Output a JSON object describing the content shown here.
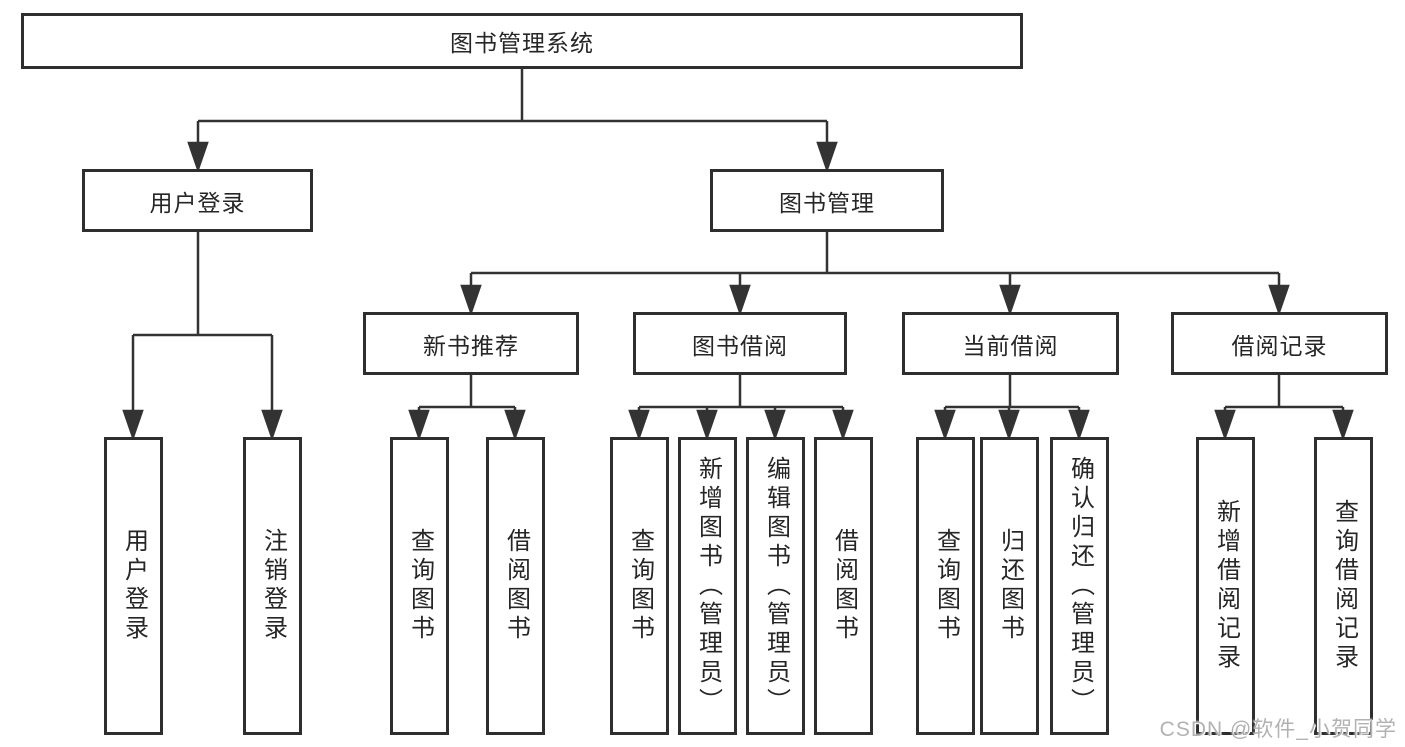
{
  "page": {
    "background": "#ffffff",
    "line_color": "#333333",
    "text_color": "#262626",
    "watermark_color": "#b2b2b2"
  },
  "watermark": {
    "text": "CSDN @软件_小贺同学"
  },
  "nodes": {
    "root": {
      "label": "图书管理系统"
    },
    "user_login": {
      "label": "用户登录"
    },
    "book_mgmt": {
      "label": "图书管理"
    },
    "new_book_rec": {
      "label": "新书推荐"
    },
    "book_borrow": {
      "label": "图书借阅"
    },
    "current_borrow": {
      "label": "当前借阅"
    },
    "borrow_records": {
      "label": "借阅记录"
    },
    "leaf_user_login": {
      "label": "用户登录"
    },
    "leaf_logout": {
      "label": "注销登录"
    },
    "leaf_query_book_rec": {
      "label": "查询图书"
    },
    "leaf_borrow_book_rec": {
      "label": "借阅图书"
    },
    "leaf_query_book_borrow": {
      "label": "查询图书"
    },
    "leaf_add_book": {
      "label": "新增图书（管理员）"
    },
    "leaf_edit_book": {
      "label": "编辑图书（管理员）"
    },
    "leaf_borrow_book": {
      "label": "借阅图书"
    },
    "leaf_query_book_current": {
      "label": "查询图书"
    },
    "leaf_return_book": {
      "label": "归还图书"
    },
    "leaf_confirm_return": {
      "label": "确认归还（管理员）"
    },
    "leaf_add_borrow_record": {
      "label": "新增借阅记录"
    },
    "leaf_query_borrow_record": {
      "label": "查询借阅记录"
    }
  },
  "hierarchy": {
    "图书管理系统": {
      "用户登录": [
        "用户登录",
        "注销登录"
      ],
      "图书管理": {
        "新书推荐": [
          "查询图书",
          "借阅图书"
        ],
        "图书借阅": [
          "查询图书",
          "新增图书（管理员）",
          "编辑图书（管理员）",
          "借阅图书"
        ],
        "当前借阅": [
          "查询图书",
          "归还图书",
          "确认归还（管理员）"
        ],
        "借阅记录": [
          "新增借阅记录",
          "查询借阅记录"
        ]
      }
    }
  }
}
